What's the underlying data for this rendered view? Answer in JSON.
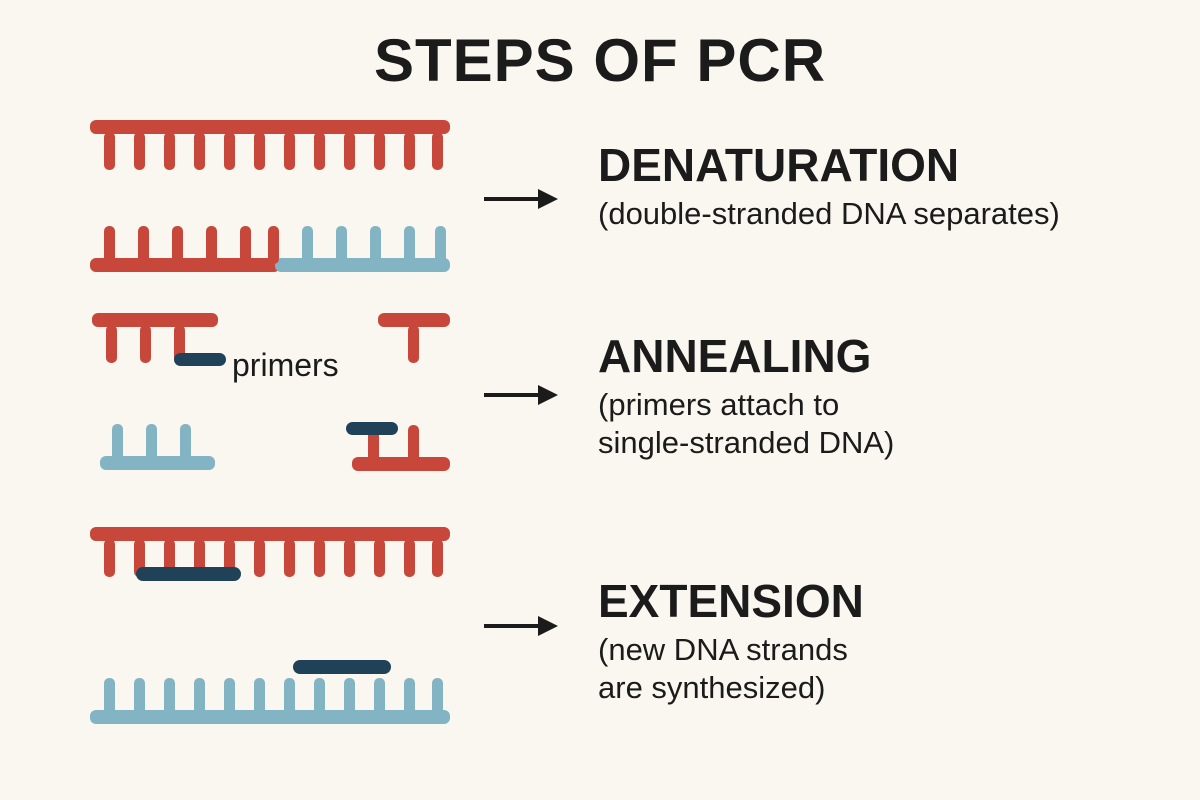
{
  "title": "STEPS OF PCR",
  "background_color": "#faf7f0",
  "colors": {
    "red": "#c7483a",
    "blue": "#82b4c4",
    "navy": "#1f4258",
    "text": "#1b1b1b",
    "background": "#faf7f0"
  },
  "steps": [
    {
      "id": "denaturation",
      "heading": "DENATURATION",
      "subtitle_lines": [
        "(double-stranded DNA separates)"
      ],
      "arrow": "right-arrow"
    },
    {
      "id": "annealing",
      "heading": "ANNEALING",
      "subtitle_lines": [
        "(primers attach to",
        "single-stranded DNA)"
      ],
      "arrow": "right-arrow"
    },
    {
      "id": "extension",
      "heading": "EXTENSION",
      "subtitle_lines": [
        "(new DNA strands",
        "are synthesized)"
      ],
      "arrow": "right-arrow"
    }
  ],
  "annotations": {
    "primers_label": "primers"
  },
  "diagram": {
    "denaturation": {
      "top_strand": {
        "color": "#c7483a",
        "teeth_count": 12,
        "teeth_direction": "down"
      },
      "bottom_strand": {
        "left_color": "#c7483a",
        "right_color": "#82b4c4",
        "teeth_count": 11,
        "red_teeth": 6,
        "blue_teeth": 5,
        "teeth_direction": "up",
        "split_fraction": 0.52
      }
    },
    "annealing": {
      "upper_left_fragment": {
        "color": "#c7483a",
        "teeth_count": 3,
        "teeth_direction": "down",
        "primer": true
      },
      "upper_right_fragment": {
        "color": "#c7483a",
        "teeth_count": 1,
        "teeth_direction": "down",
        "primer": false
      },
      "lower_left_fragment": {
        "color": "#82b4c4",
        "teeth_count": 3,
        "teeth_direction": "up",
        "primer": false
      },
      "lower_right_fragment": {
        "color": "#c7483a",
        "teeth_count": 2,
        "teeth_direction": "up",
        "primer": true
      }
    },
    "extension": {
      "top_strand": {
        "color": "#c7483a",
        "teeth_count": 12,
        "teeth_direction": "down",
        "primer": true,
        "primer_position": "left"
      },
      "bottom_strand": {
        "color": "#82b4c4",
        "teeth_count": 12,
        "teeth_direction": "up",
        "primer": true,
        "primer_position": "right"
      }
    }
  }
}
